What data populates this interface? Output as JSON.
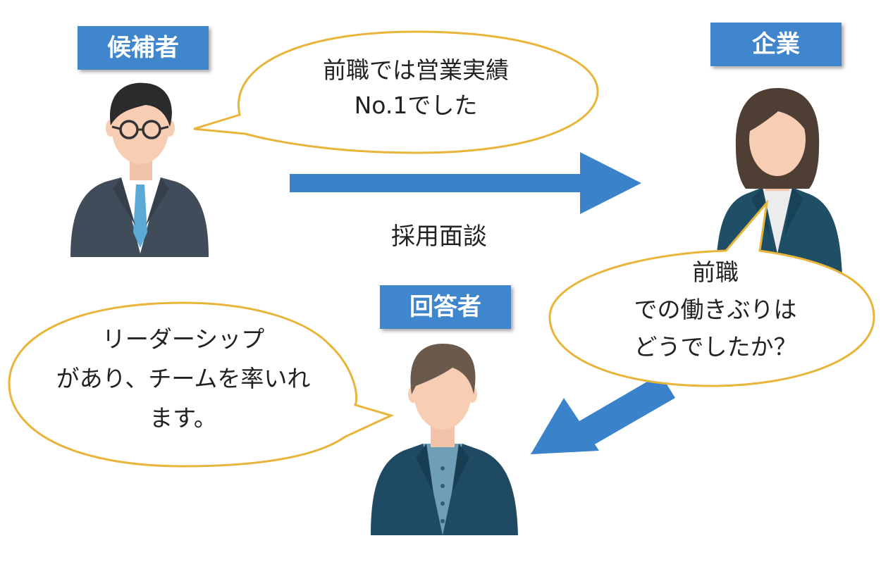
{
  "labels": {
    "candidate": "候補者",
    "company": "企業",
    "respondent": "回答者"
  },
  "bubbles": {
    "candidate": [
      "前職では営業実績",
      "No.1でした"
    ],
    "company": [
      "前職",
      "での働きぶりは",
      "どうでしたか？"
    ],
    "respondent": [
      "リーダーシップ",
      "があり、チームを率いれ",
      "ます。"
    ]
  },
  "arrow_caption": "採用面談",
  "colors": {
    "label_bg": "#3f86cc",
    "arrow": "#3a82c9",
    "bubble_border": "#e8b43a",
    "suit_dark": "#414c5a",
    "suit_teal": "#1f4f66"
  }
}
